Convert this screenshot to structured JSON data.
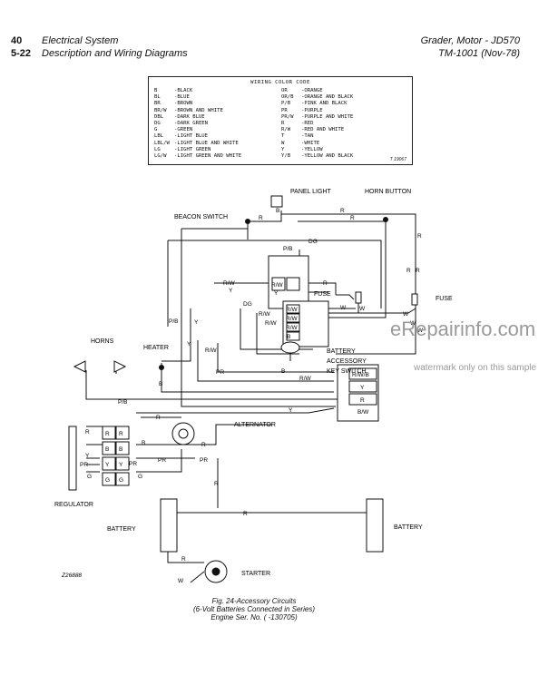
{
  "header": {
    "page_number": "40",
    "section_number": "5-22",
    "section_title": "Electrical System",
    "section_subtitle": "Description and Wiring Diagrams",
    "machine": "Grader, Motor - JD570",
    "manual": "TM-1001   (Nov-78)"
  },
  "legend": {
    "title": "WIRING COLOR CODE",
    "left": [
      {
        "code": "B",
        "desc": "-BLACK"
      },
      {
        "code": "BL",
        "desc": "-BLUE"
      },
      {
        "code": "BR",
        "desc": "-BROWN"
      },
      {
        "code": "BR/W",
        "desc": "-BROWN AND WHITE"
      },
      {
        "code": "DBL",
        "desc": "-DARK BLUE"
      },
      {
        "code": "DG",
        "desc": "-DARK GREEN"
      },
      {
        "code": "G",
        "desc": "-GREEN"
      },
      {
        "code": "LBL",
        "desc": "-LIGHT BLUE"
      },
      {
        "code": "LBL/W",
        "desc": "-LIGHT BLUE AND WHITE"
      },
      {
        "code": "LG",
        "desc": "-LIGHT GREEN"
      },
      {
        "code": "LG/W",
        "desc": "-LIGHT GREEN AND WHITE"
      }
    ],
    "right": [
      {
        "code": "OR",
        "desc": "-ORANGE"
      },
      {
        "code": "OR/B",
        "desc": "-ORANGE AND BLACK"
      },
      {
        "code": "P/B",
        "desc": "-PINK AND BLACK"
      },
      {
        "code": "PR",
        "desc": "-PURPLE"
      },
      {
        "code": "PR/W",
        "desc": "-PURPLE AND WHITE"
      },
      {
        "code": "R",
        "desc": "-RED"
      },
      {
        "code": "R/W",
        "desc": "-RED AND WHITE"
      },
      {
        "code": "T",
        "desc": "-TAN"
      },
      {
        "code": "W",
        "desc": "-WHITE"
      },
      {
        "code": "Y",
        "desc": "-YELLOW"
      },
      {
        "code": "Y/B",
        "desc": "-YELLOW AND BLACK"
      }
    ],
    "tag": "T 19067"
  },
  "components": {
    "panel_light": "PANEL LIGHT",
    "horn_button": "HORN BUTTON",
    "beacon_switch": "BEACON SWITCH",
    "fuse_upper": "FUSE",
    "fuse_right": "FUSE",
    "horns": "HORNS",
    "heater": "HEATER",
    "battery_junction": "BATTERY",
    "accessory": "ACCESSORY",
    "key_switch": "KEY SWITCH",
    "alternator": "ALTERNATOR",
    "regulator": "REGULATOR",
    "battery_left": "BATTERY",
    "battery_right": "BATTERY",
    "starter": "STARTER"
  },
  "wire_labels": {
    "r": "R",
    "b": "B",
    "dg": "DG",
    "pb": "P/B",
    "rw": "R/W",
    "y": "Y",
    "w": "W",
    "g": "G",
    "pr": "PR",
    "bw": "B/W",
    "rwb": "R/W/B"
  },
  "figure_id": "Z26888",
  "caption": {
    "line1": "Fig. 24-Accessory Circuits",
    "line2": "(6-Volt Batteries Connected in Series)",
    "line3": "Engine Ser. No. (          -130705)"
  },
  "watermark": {
    "line1": "eRepairinfo.com",
    "line2": "watermark only on this sample"
  },
  "colors": {
    "ink": "#111111",
    "watermark": "#9a9a9a"
  }
}
